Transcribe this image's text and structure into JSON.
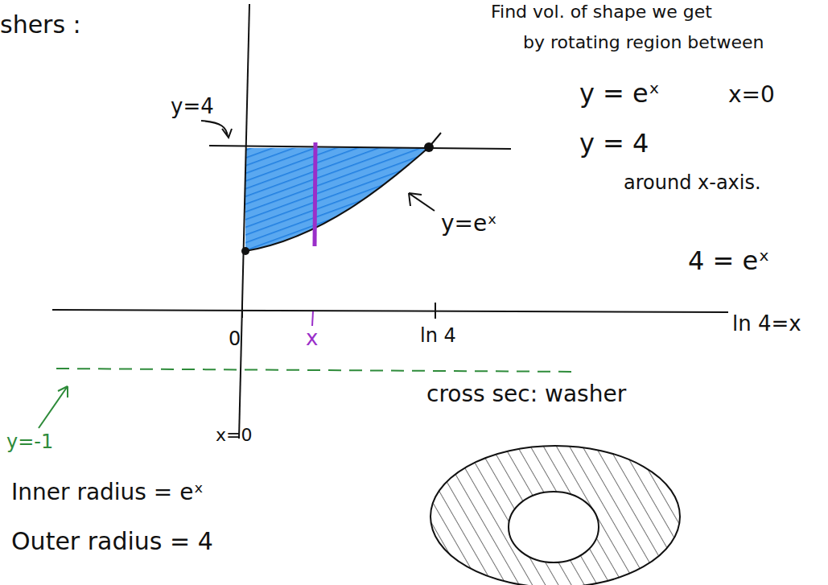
{
  "diagram": {
    "labels": [
      "shers :",
      "Find vol. of shape we get",
      "by rotating region between",
      "y = eˣ",
      "x=0",
      "y = 4",
      "around x-axis.",
      "4 = eˣ",
      "ln 4=x",
      "y=4",
      "y=eˣ",
      "0",
      "x",
      "ln 4",
      "x=0",
      "y=-1",
      "cross sec: washer",
      "Inner radius = eˣ",
      "Outer radius = 4"
    ]
  }
}
